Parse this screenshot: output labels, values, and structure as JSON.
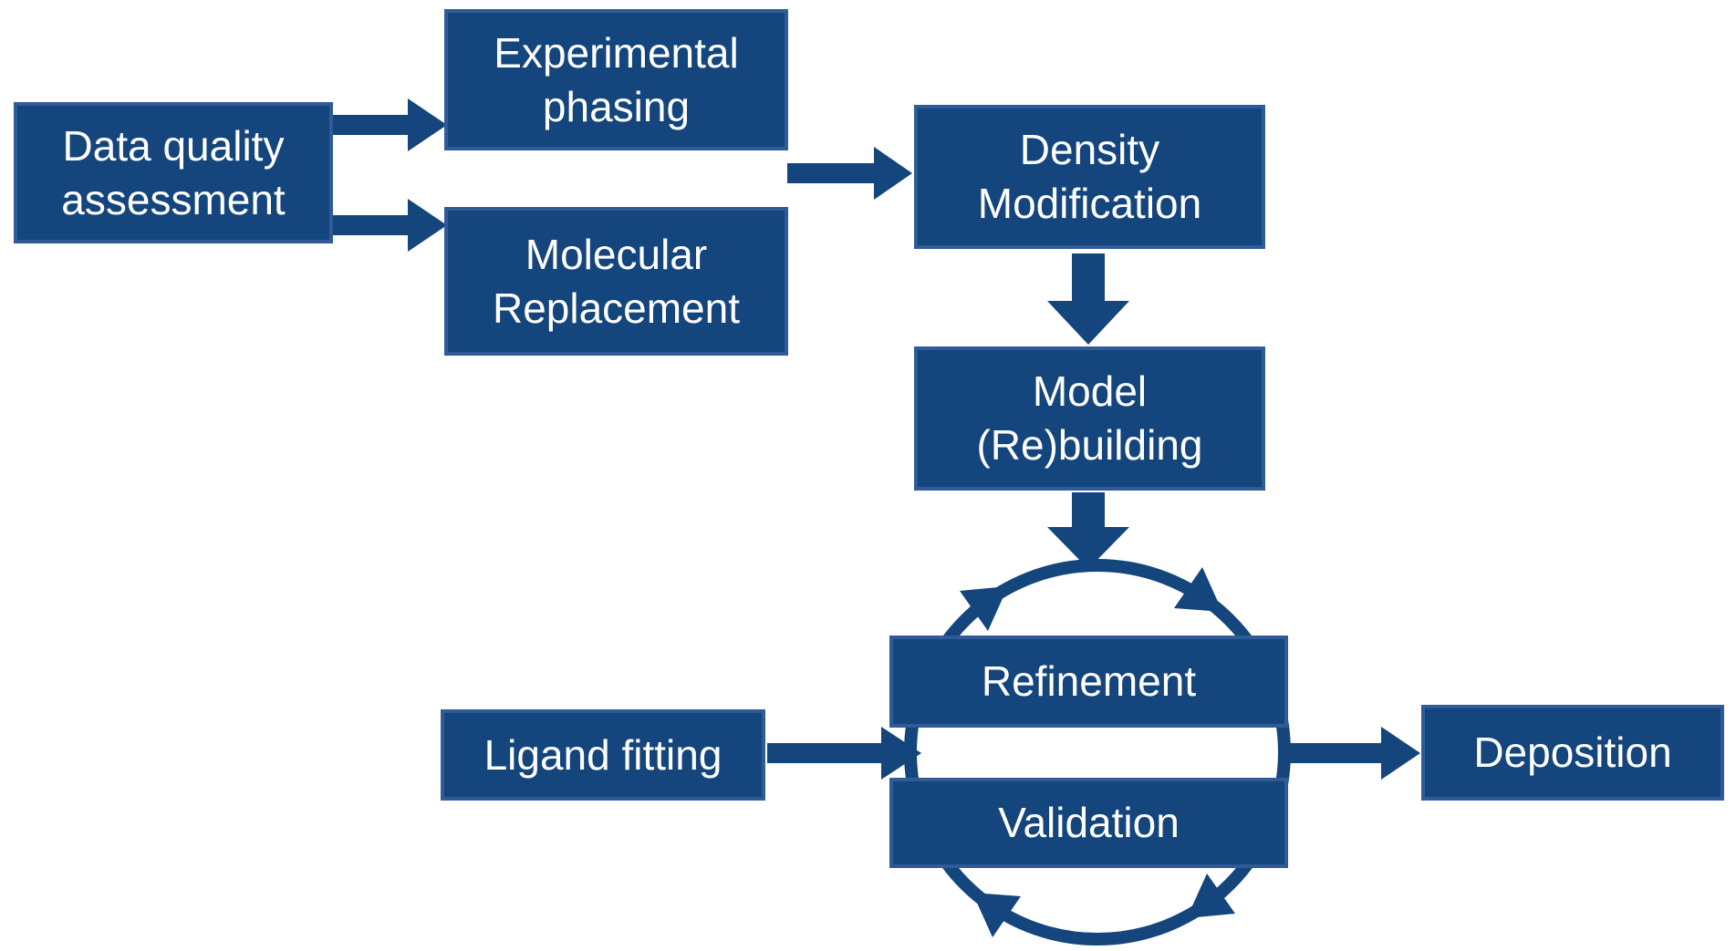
{
  "nodes": {
    "data_quality": {
      "lines": [
        "Data quality",
        "assessment"
      ]
    },
    "experimental": {
      "lines": [
        "Experimental",
        "phasing"
      ]
    },
    "molecular": {
      "lines": [
        "Molecular",
        "Replacement"
      ]
    },
    "density": {
      "lines": [
        "Density",
        "Modification"
      ]
    },
    "model": {
      "lines": [
        "Model",
        "(Re)building"
      ]
    },
    "refinement": {
      "label": "Refinement"
    },
    "validation": {
      "label": "Validation"
    },
    "ligand": {
      "label": "Ligand fitting"
    },
    "deposition": {
      "label": "Deposition"
    }
  },
  "edges": [
    {
      "from": "Data quality assessment",
      "to": "Experimental phasing"
    },
    {
      "from": "Data quality assessment",
      "to": "Molecular Replacement"
    },
    {
      "from": "Experimental phasing / Molecular Replacement",
      "to": "Density Modification"
    },
    {
      "from": "Density Modification",
      "to": "Model (Re)building"
    },
    {
      "from": "Model (Re)building",
      "to": "Refinement / Validation cycle"
    },
    {
      "from": "Ligand fitting",
      "to": "Refinement / Validation cycle"
    },
    {
      "from": "Refinement / Validation cycle",
      "to": "Deposition"
    }
  ],
  "cycle": {
    "between": [
      "Refinement",
      "Validation"
    ],
    "direction": "clockwise",
    "arrowhead_count": 4
  },
  "colors": {
    "box_fill": "#14457c",
    "box_border": "#2f5b98",
    "arrow": "#14457c",
    "text": "#ffffff",
    "background": "#ffffff"
  }
}
